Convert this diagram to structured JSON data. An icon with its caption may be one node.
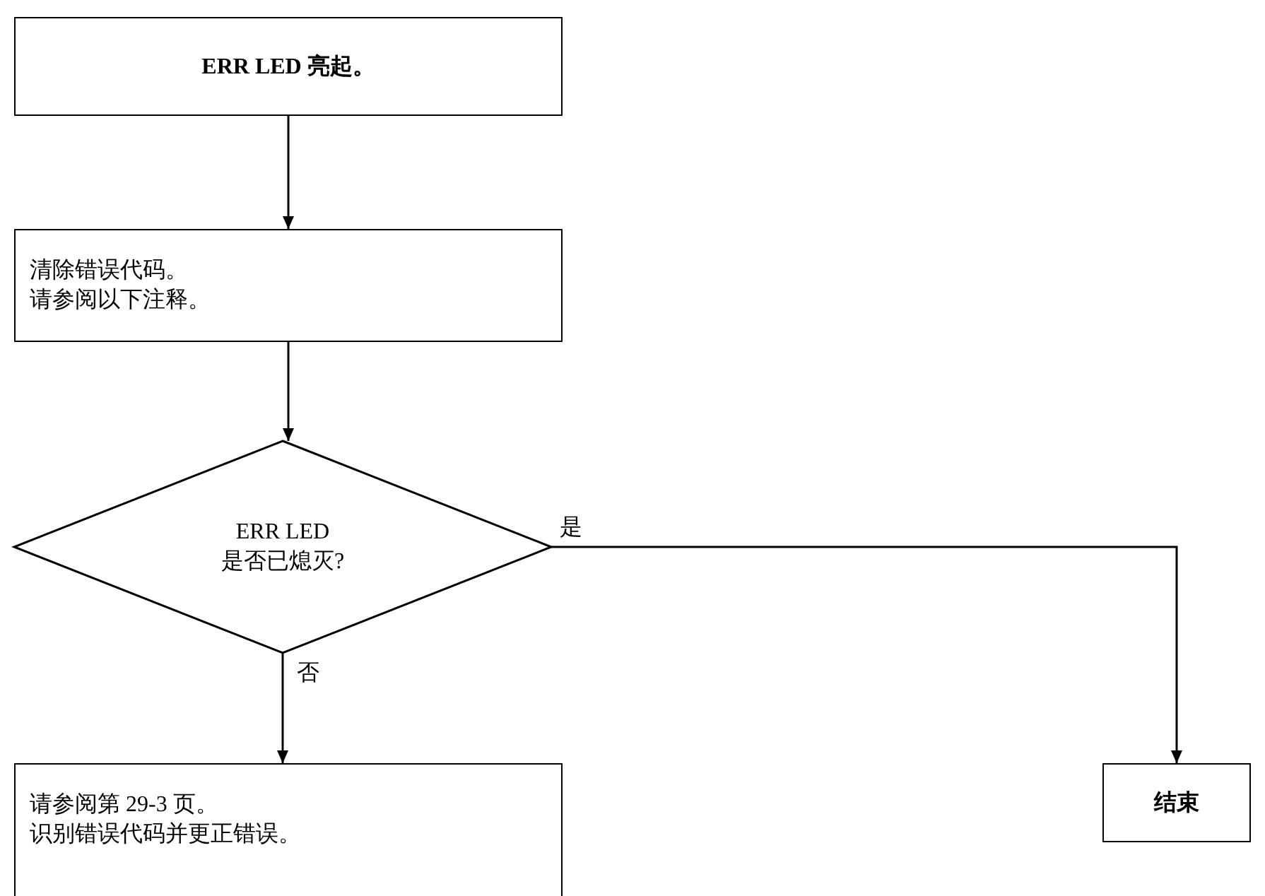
{
  "diagram": {
    "nodes": [
      {
        "text": [
          "ERR LED 亮起。"
        ]
      },
      {
        "text": [
          "清除错误代码。",
          "请参阅以下注释。"
        ]
      },
      {
        "text": [
          "ERR LED 是否已熄灭?"
        ]
      },
      {
        "text": [
          "请参阅第 29-3 页。",
          "识别错误代码并更正错误。"
        ]
      },
      {
        "text": [
          "结束"
        ]
      }
    ],
    "edges": [
      {
        "from": 0,
        "to": 1,
        "arrow": "to"
      },
      {
        "from": 1,
        "to": 2,
        "arrow": "to"
      },
      {
        "from": 2,
        "to": 4,
        "arrow": "to",
        "label": "是"
      },
      {
        "from": 2,
        "to": 3,
        "arrow": "to",
        "label": "否"
      }
    ]
  }
}
